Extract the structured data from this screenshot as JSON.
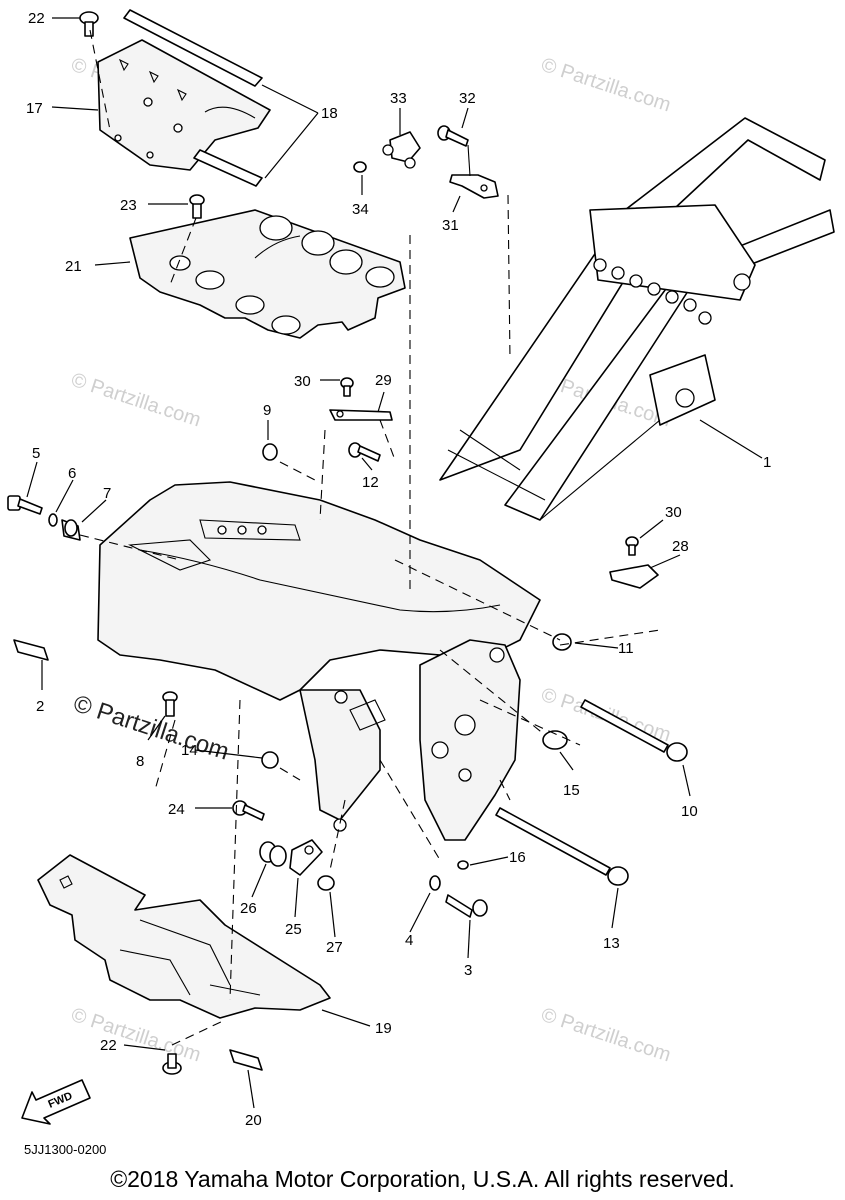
{
  "callouts": [
    "1",
    "2",
    "3",
    "4",
    "5",
    "6",
    "7",
    "8",
    "9",
    "10",
    "11",
    "12",
    "13",
    "14",
    "15",
    "16",
    "17",
    "18",
    "19",
    "20",
    "21",
    "22",
    "22",
    "23",
    "24",
    "25",
    "26",
    "27",
    "28",
    "29",
    "30",
    "30",
    "31",
    "32",
    "33",
    "34"
  ],
  "watermark": "© Partzilla.com",
  "watermark_large": "© Partzilla.com",
  "fwd_label": "FWD",
  "catalog_code": "5JJ1300-0200",
  "copyright": "©2018 Yamaha Motor Corporation, U.S.A. All rights reserved."
}
